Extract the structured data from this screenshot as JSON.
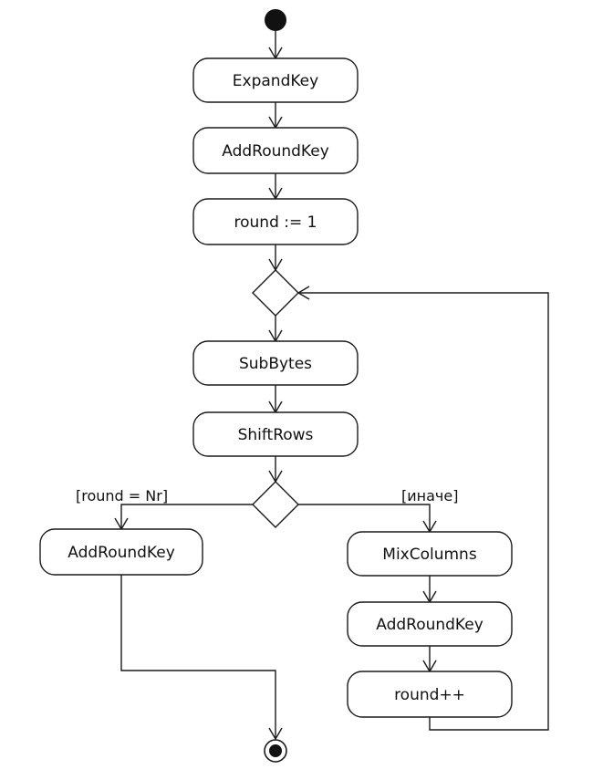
{
  "nodes": {
    "expand_key": "ExpandKey",
    "add_round_key_1": "AddRoundKey",
    "round_init": "round := 1",
    "sub_bytes": "SubBytes",
    "shift_rows": "ShiftRows",
    "add_round_key_final": "AddRoundKey",
    "mix_columns": "MixColumns",
    "add_round_key_loop": "AddRoundKey",
    "round_inc": "round++"
  },
  "guards": {
    "final": "[round = Nr]",
    "otherwise": "[иначе]"
  },
  "colors": {
    "stroke": "#1a1a1a",
    "background": "#ffffff"
  }
}
